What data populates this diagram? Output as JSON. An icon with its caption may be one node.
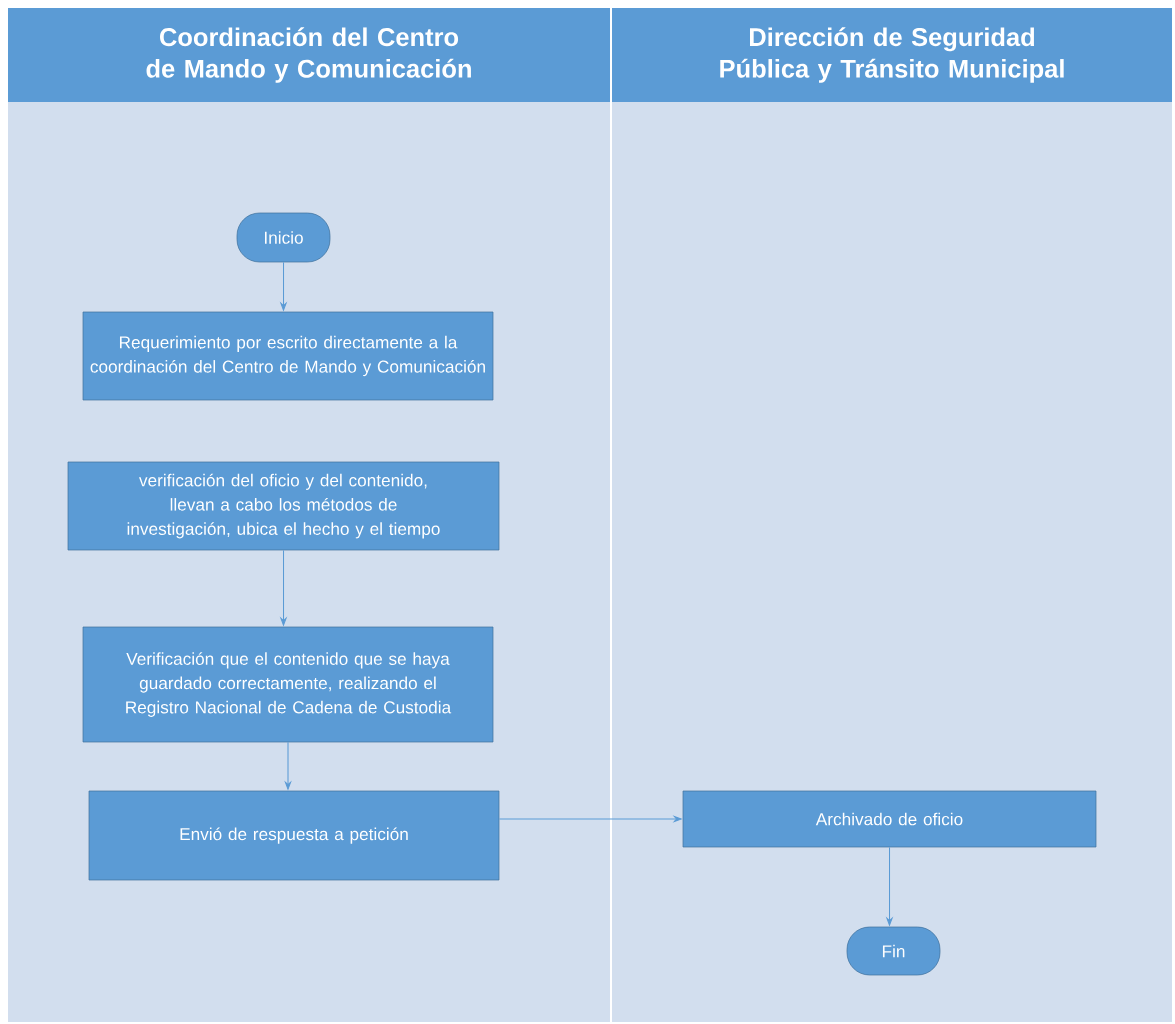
{
  "diagram": {
    "nodes": [
      {
        "text": [
          "Coordinación del Centro de Mando y Comunicación"
        ]
      },
      {
        "text": [
          "Dirección de Seguridad Pública y Tránsito Municipal"
        ]
      },
      {
        "text": [
          "Inicio"
        ],
        "in": 0
      },
      {
        "text": [
          "Requerimiento por escrito directamente a la coordinación del Centro de Mando y Comunicación"
        ],
        "in": 0
      },
      {
        "text": [
          "verificación del oficio y del contenido, llevan a cabo los métodos de investigación, ubica el hecho y el tiempo"
        ],
        "in": 0
      },
      {
        "text": [
          "Verificación que el contenido que se haya guardado correctamente, realizando el Registro Nacional de Cadena de Custodia"
        ],
        "in": 0
      },
      {
        "text": [
          "Envió de respuesta a petición"
        ],
        "in": 0
      },
      {
        "text": [
          "Archivado de oficio"
        ],
        "in": 1
      },
      {
        "text": [
          "Fin"
        ],
        "in": 1
      }
    ],
    "edges": [
      {
        "from": 2,
        "to": 3,
        "arrow": "to"
      },
      {
        "from": 4,
        "to": 5,
        "arrow": "to"
      },
      {
        "from": 5,
        "to": 6,
        "arrow": "to"
      },
      {
        "from": 6,
        "to": 7,
        "arrow": "to"
      },
      {
        "from": 7,
        "to": 8,
        "arrow": "to"
      }
    ]
  }
}
